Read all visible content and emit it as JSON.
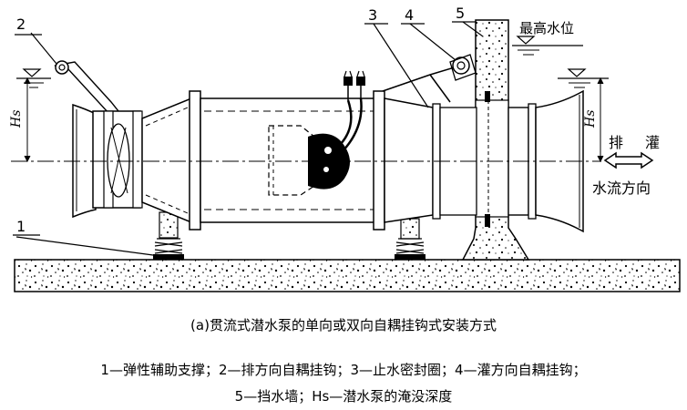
{
  "labels": {
    "n1": "1",
    "n2": "2",
    "n3": "3",
    "n4": "4",
    "n5": "5",
    "max_water_level": "最高水位",
    "hs_left": "Hs",
    "hs_right": "Hs",
    "discharge": "排",
    "irrigate": "灌",
    "flow_direction": "水流方向"
  },
  "caption": {
    "subtitle": "(a)贯流式潜水泵的单向或双向自耦挂钩式安装方式",
    "legend_line1": "1—弹性辅助支撑；2—排方向自耦挂钩；3—止水密封圈；4—灌方向自耦挂钩；",
    "legend_line2": "5—挡水墙；Hs—潜水泵的淹没深度"
  }
}
